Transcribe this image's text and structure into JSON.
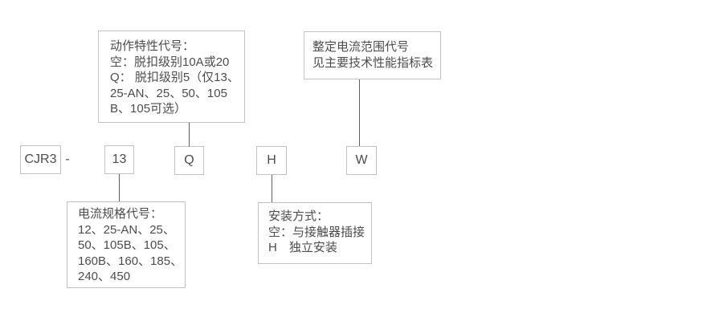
{
  "colors": {
    "background": "#ffffff",
    "box_border": "#c2c2c2",
    "connector_line": "#606060",
    "text": "#4c4c4c"
  },
  "model_row": {
    "series": "CJR3",
    "separator": "-",
    "current_code": "13",
    "action_code": "Q",
    "mounting_code": "H",
    "range_code": "W"
  },
  "callouts": {
    "action_characteristic": {
      "lines": [
        "动作特性代号：",
        "空：脱扣级别10A或20",
        "Q： 脱扣级别5（仅13、",
        "25-AN、25、50、105",
        "B、105可选）"
      ]
    },
    "setting_current_range": {
      "lines": [
        "整定电流范围代号",
        "见主要技术性能指标表"
      ]
    },
    "current_spec": {
      "lines": [
        "电流规格代号：",
        "12、25-AN、25、",
        "50、105B、105、",
        "160B、160、185、",
        "240、450"
      ]
    },
    "mounting_type": {
      "lines": [
        "安装方式：",
        "空：与接触器插接",
        "H　独立安装"
      ]
    }
  }
}
